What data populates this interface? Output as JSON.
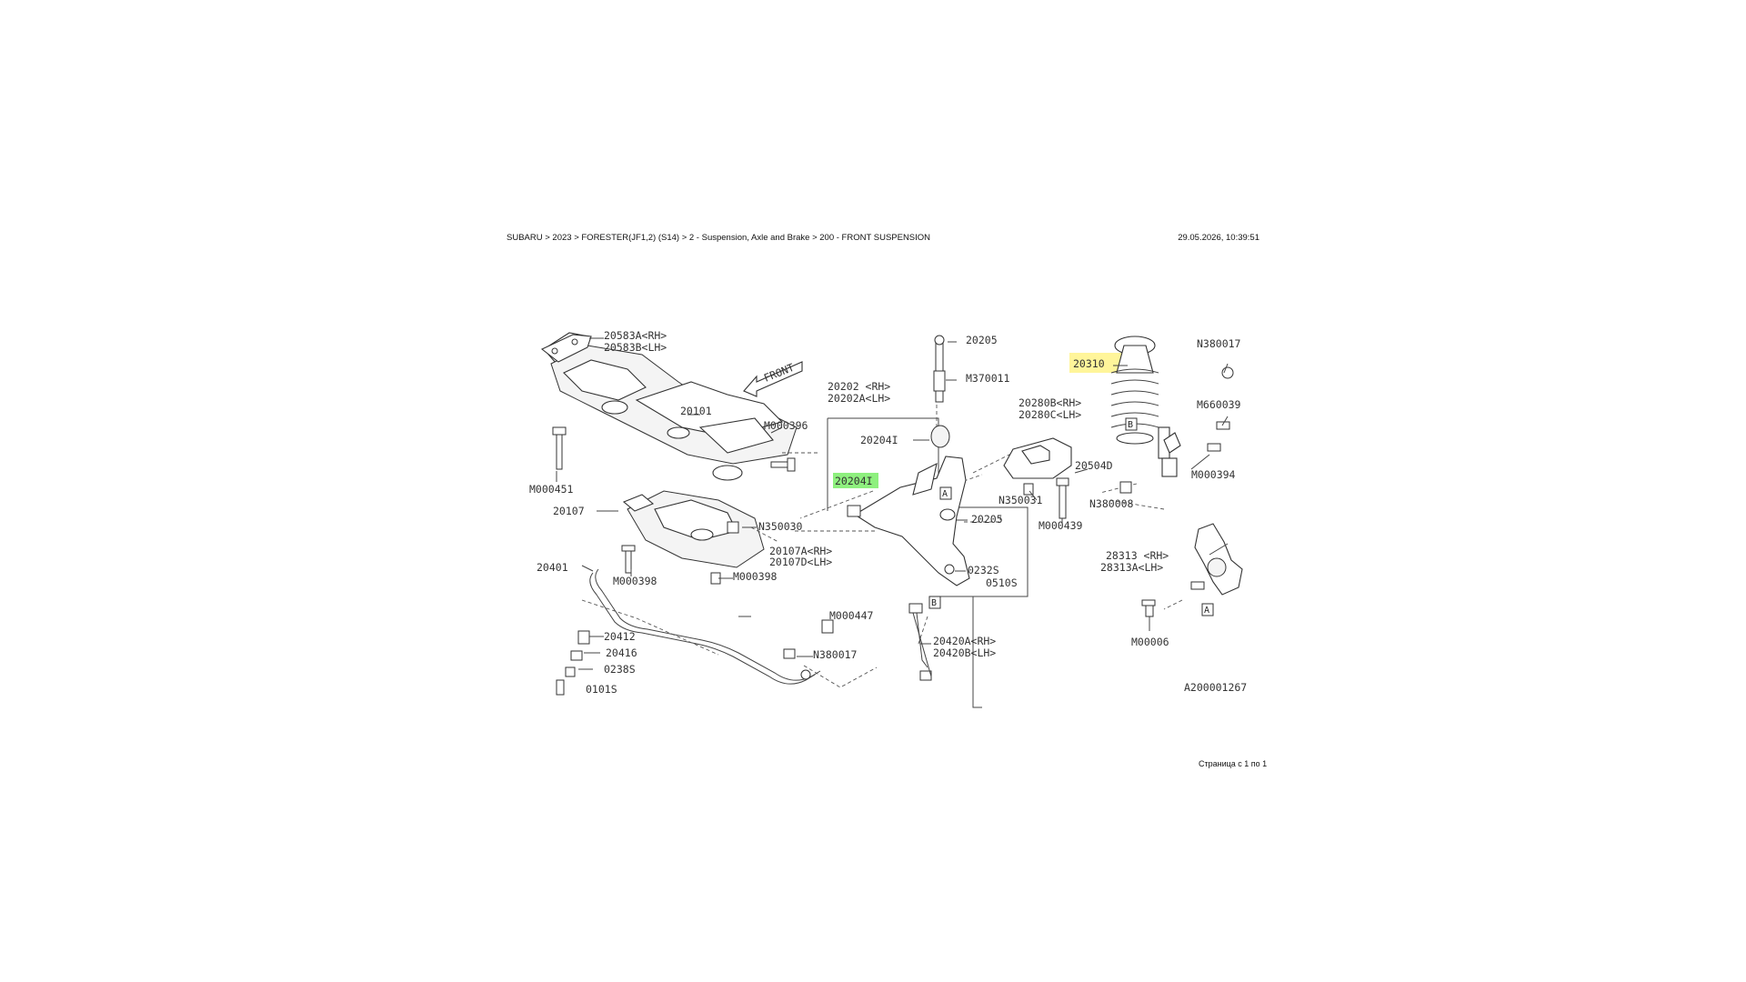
{
  "header": {
    "breadcrumb": "SUBARU > 2023 > FORESTER(JF1,2) (S14) > 2 - Suspension, Axle and Brake > 200 - FRONT SUSPENSION",
    "timestamp": "29.05.2026, 10:39:51"
  },
  "footer": {
    "page_info": "Страница с 1 по 1"
  },
  "diagram": {
    "front_label": "FRONT",
    "diagram_code": "A200001267",
    "highlight_colors": {
      "yellow": "#fff59a",
      "green": "#8ef07e"
    },
    "parts": {
      "p20583": "20583A<RH>",
      "p20583b": "20583B<LH>",
      "p20101": "20101",
      "m000396": "M000396",
      "m000451": "M000451",
      "p20107": "20107",
      "n350030": "N350030",
      "p20401": "20401",
      "m000398a": "M000398",
      "p20107a": "20107A<RH>",
      "p20107d": "20107D<LH>",
      "m000398b": "M000398",
      "m000447": "M000447",
      "p20412": "20412",
      "p20416": "20416",
      "p0238s": "0238S",
      "p0101s": "0101S",
      "n380017a": "N380017",
      "p20205": "20205",
      "m370011": "M370011",
      "p20202": "20202 <RH>",
      "p20202a": "20202A<LH>",
      "p20204i": "20204I",
      "p20204": "20204I",
      "p20205b": "20205",
      "p0232s": "0232S",
      "p0510s": "0510S",
      "p20420a": "20420A<RH>",
      "p20420b": "20420B<LH>",
      "p20280b": "20280B<RH>",
      "p20280c": "20280C<LH>",
      "n350031": "N350031",
      "m000439": "M000439",
      "p20504d": "20504D",
      "n380008": "N380008",
      "p20310": "20310",
      "n380017b": "N380017",
      "m660039": "M660039",
      "m000394": "M000394",
      "p28313": "28313 <RH>",
      "p28313a": "28313A<LH>",
      "m000006": "M00006"
    },
    "callouts": {
      "a": "A",
      "b": "B"
    }
  }
}
